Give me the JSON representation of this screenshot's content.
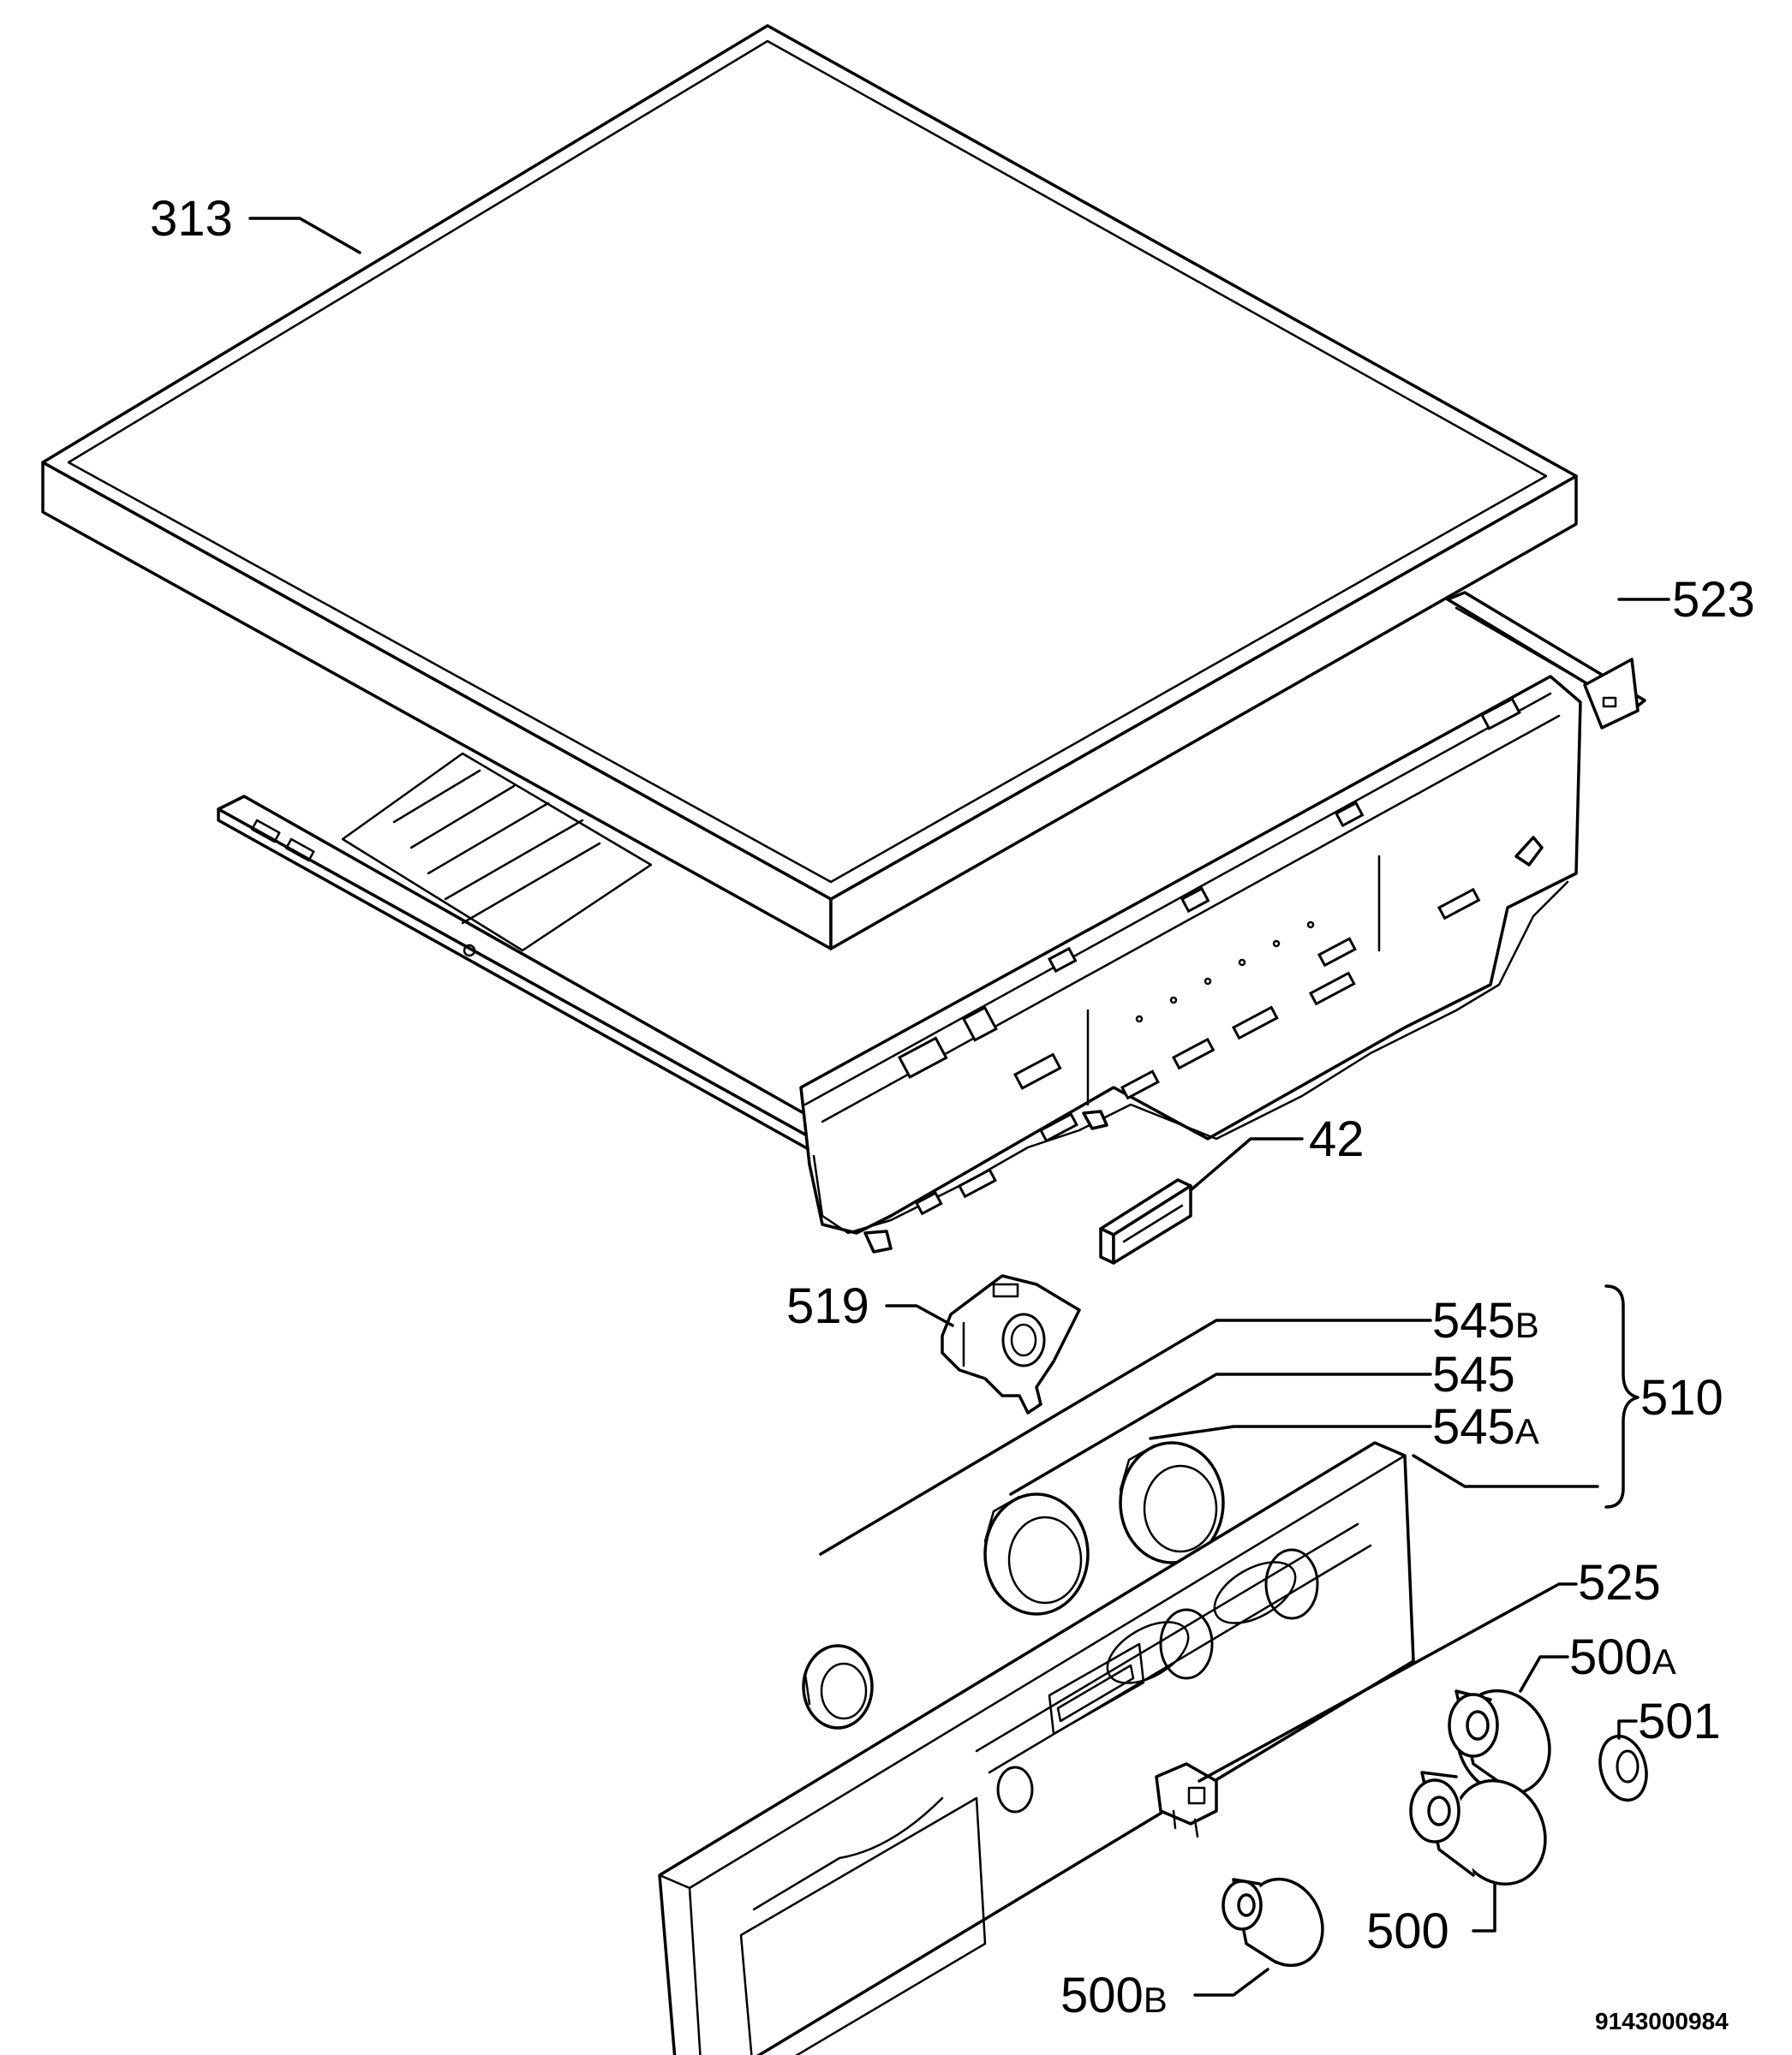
{
  "callouts": {
    "p313": "313",
    "p523": "523",
    "p42": "42",
    "p519": "519",
    "p545b_main": "545",
    "p545b_suffix": "B",
    "p545": "545",
    "p545a_main": "545",
    "p545a_suffix": "A",
    "p510": "510",
    "p525": "525",
    "p500a_main": "500",
    "p500a_suffix": "A",
    "p501": "501",
    "p500": "500",
    "p500b_main": "500",
    "p500b_suffix": "B"
  },
  "drawing_code": "9143000984"
}
